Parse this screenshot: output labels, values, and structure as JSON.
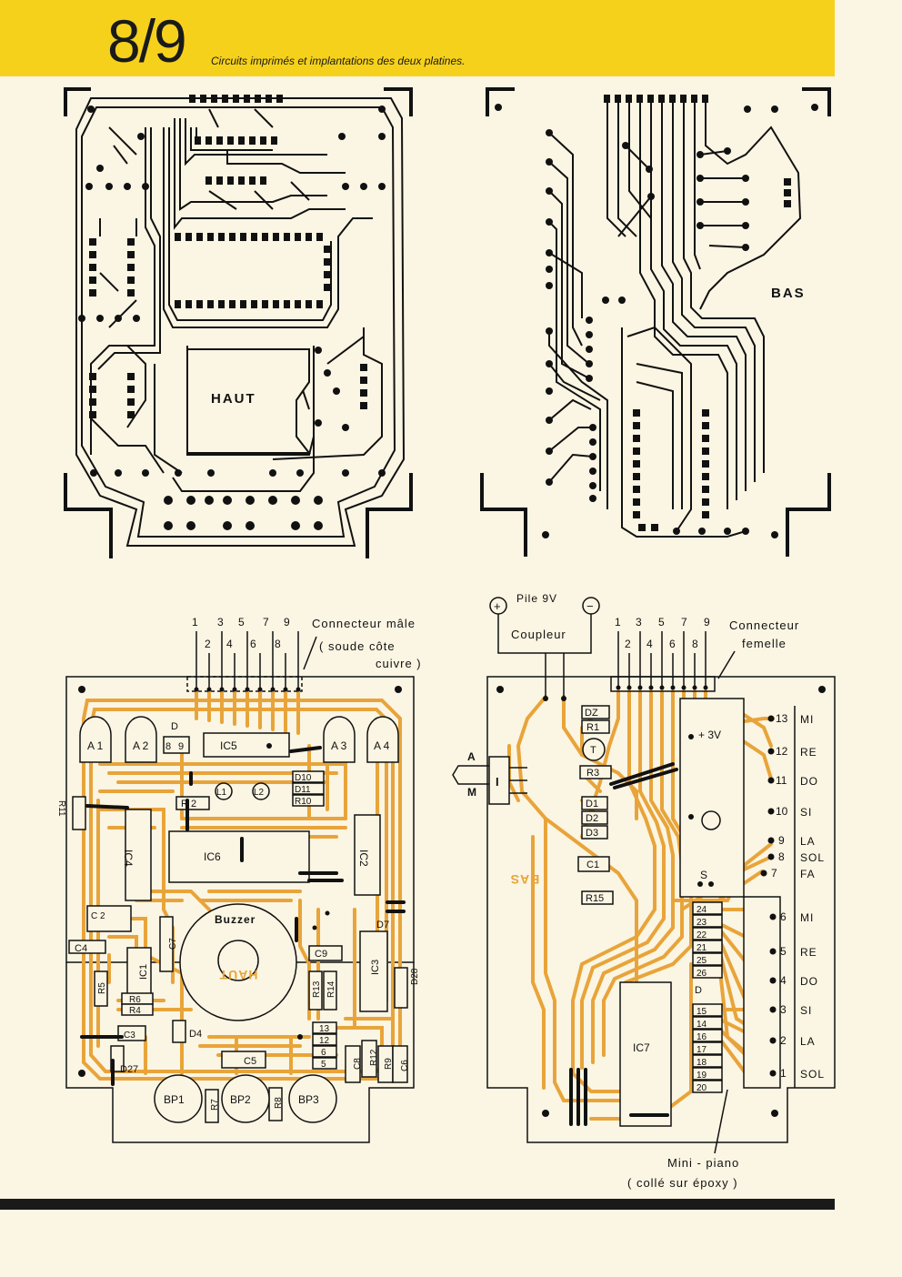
{
  "header": {
    "page_number": "8/9",
    "subtitle": "Circuits imprimés et implantations des deux platines."
  },
  "pcb_top": {
    "label": "HAUT"
  },
  "pcb_bottom": {
    "label": "BAS"
  },
  "layout_left": {
    "connector_numbers_odd": [
      "1",
      "3",
      "5",
      "7",
      "9"
    ],
    "connector_numbers_even": [
      "2",
      "4",
      "6",
      "8"
    ],
    "connector_title": "Connecteur mâle",
    "connector_note_1": "( soude côte",
    "connector_note_2": "cuivre )",
    "mirrored_label": "HAUT",
    "components": {
      "a1": "A 1",
      "a2": "A 2",
      "a3": "A 3",
      "a4": "A 4",
      "d_label": "D",
      "d8": "8",
      "d9": "9",
      "ic5": "IC5",
      "d10": "D10",
      "d11": "D11",
      "r10": "R10",
      "l1": "L1",
      "l2": "L2",
      "r2": "R 2",
      "r11": "R11",
      "ic4": "IC4",
      "ic6": "IC6",
      "ic2": "IC2",
      "c2": "C 2",
      "buzzer": "Buzzer",
      "c7": "C7",
      "d7": "D7",
      "c4": "C4",
      "ic1": "IC1",
      "c9": "C9",
      "ic3": "IC3",
      "r5": "R5",
      "r6": "R6",
      "r4": "R4",
      "r13": "R13",
      "r14": "R14",
      "d28": "D28",
      "c3": "C3",
      "d4": "D4",
      "d27": "D27",
      "c5": "C5",
      "d13": "13",
      "d12": "12",
      "d6": "6",
      "d5": "5",
      "c8": "C8",
      "r12": "R12",
      "r9": "R9",
      "c6": "C6",
      "bp1": "BP1",
      "bp2": "BP2",
      "bp3": "BP3",
      "r7": "R7",
      "r8": "R8"
    }
  },
  "layout_right": {
    "battery": "Pile 9V",
    "plus": "+",
    "minus": "−",
    "coupleur": "Coupleur",
    "connector_numbers_odd": [
      "1",
      "3",
      "5",
      "7",
      "9"
    ],
    "connector_numbers_even": [
      "2",
      "4",
      "6",
      "8"
    ],
    "connector_title": "Connecteur",
    "connector_sub": "femelle",
    "switch_a": "A",
    "switch_i": "I",
    "switch_m": "M",
    "mirrored_label": "BAS",
    "components": {
      "dz": "DZ",
      "r1": "R1",
      "t": "T",
      "r3": "R3",
      "d1": "D1",
      "d2": "D2",
      "d3": "D3",
      "c1": "C1",
      "r15": "R15",
      "ic7": "IC7",
      "plus3v": "+ 3V",
      "s": "S",
      "d": "D"
    },
    "diodes_upper": [
      "24",
      "23",
      "22",
      "21",
      "25",
      "26"
    ],
    "diodes_lower": [
      "15",
      "14",
      "16",
      "17",
      "18",
      "19",
      "20"
    ],
    "keys": [
      {
        "num": "13",
        "note": "MI"
      },
      {
        "num": "12",
        "note": "RE"
      },
      {
        "num": "11",
        "note": "DO"
      },
      {
        "num": "10",
        "note": "SI"
      },
      {
        "num": "9",
        "note": "LA"
      },
      {
        "num": "8",
        "note": "SOL"
      },
      {
        "num": "7",
        "note": "FA"
      },
      {
        "num": "6",
        "note": "MI"
      },
      {
        "num": "5",
        "note": "RE"
      },
      {
        "num": "4",
        "note": "DO"
      },
      {
        "num": "3",
        "note": "SI"
      },
      {
        "num": "2",
        "note": "LA"
      },
      {
        "num": "1",
        "note": "SOL"
      }
    ],
    "mini_piano_1": "Mini - piano",
    "mini_piano_2": "( collé sur époxy )"
  },
  "colors": {
    "header_yellow": "#f6d11b",
    "paper": "#fbf5e3",
    "trace_orange": "#e8a43a",
    "ink": "#111111"
  }
}
